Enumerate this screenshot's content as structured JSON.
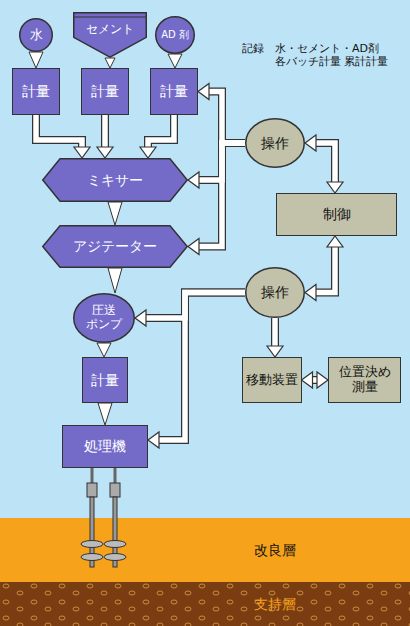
{
  "diagram": {
    "nodes": [
      {
        "text": [
          "水"
        ]
      },
      {
        "text": [
          "セメント"
        ]
      },
      {
        "text": [
          "AD 剤"
        ]
      },
      {
        "text": [
          "計量"
        ]
      },
      {
        "text": [
          "計量"
        ]
      },
      {
        "text": [
          "計量"
        ]
      },
      {
        "text": [
          "ミキサー"
        ]
      },
      {
        "text": [
          "アジテーター"
        ]
      },
      {
        "text": [
          "圧送 ポンプ"
        ]
      },
      {
        "text": [
          "計量"
        ]
      },
      {
        "text": [
          "処理機"
        ]
      },
      {
        "text": [
          "操作"
        ]
      },
      {
        "text": [
          "制御"
        ]
      },
      {
        "text": [
          "操作"
        ]
      },
      {
        "text": [
          "移動装置"
        ]
      },
      {
        "text": [
          "位置決め 測量"
        ]
      },
      {
        "text": [
          "改良層"
        ]
      },
      {
        "text": [
          "支持層"
        ]
      }
    ],
    "edges": [
      {
        "from": 0,
        "to": 3,
        "arrow": "to"
      },
      {
        "from": 1,
        "to": 4,
        "arrow": "to"
      },
      {
        "from": 2,
        "to": 5,
        "arrow": "to"
      },
      {
        "from": 3,
        "to": 6,
        "arrow": "to"
      },
      {
        "from": 4,
        "to": 6,
        "arrow": "to"
      },
      {
        "from": 5,
        "to": 6,
        "arrow": "to"
      },
      {
        "from": 6,
        "to": 7,
        "arrow": "to"
      },
      {
        "from": 7,
        "to": 8,
        "arrow": "to"
      },
      {
        "from": 8,
        "to": 9,
        "arrow": "to"
      },
      {
        "from": 9,
        "to": 10,
        "arrow": "to"
      },
      {
        "from": 11,
        "to": 5,
        "arrow": "to"
      },
      {
        "from": 11,
        "to": 6,
        "arrow": "to"
      },
      {
        "from": 11,
        "to": 7,
        "arrow": "to"
      },
      {
        "from": 11,
        "to": 12,
        "arrow": "both"
      },
      {
        "from": 13,
        "to": 12,
        "arrow": "both"
      },
      {
        "from": 13,
        "to": 8,
        "arrow": "to"
      },
      {
        "from": 13,
        "to": 10,
        "arrow": "to"
      },
      {
        "from": 13,
        "to": 14,
        "arrow": "to"
      },
      {
        "from": 14,
        "to": 15,
        "arrow": "both"
      }
    ],
    "labels": [
      "記録",
      "水・セメント・AD剤 各バッチ計量 累計計量"
    ]
  }
}
